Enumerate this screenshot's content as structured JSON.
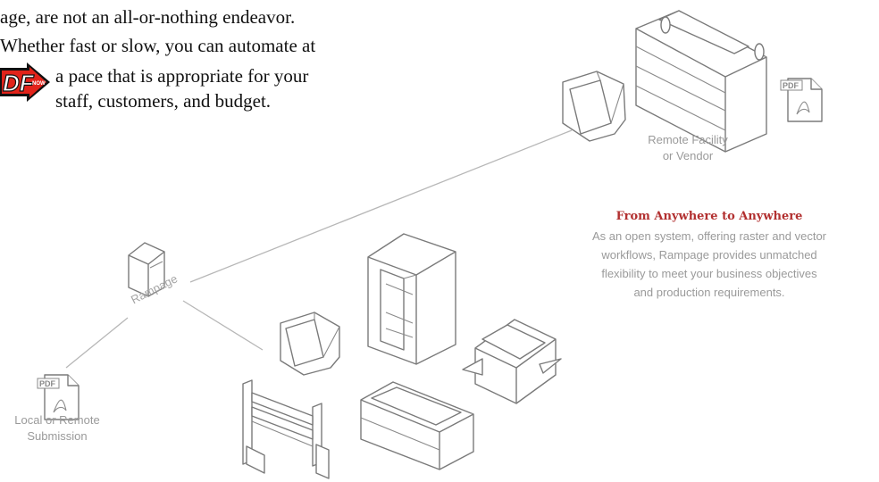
{
  "intro": {
    "line1": "age, are not an all-or-nothing endeavor.",
    "line2": "Whether fast or slow, you can automate at",
    "line3": "a pace that is appropriate for your",
    "line4": "staff, customers, and budget.",
    "logo_text": "DF",
    "logo_small": "NOW"
  },
  "remote_facility": {
    "line1": "Remote Facility",
    "line2": "or Vendor"
  },
  "callout": {
    "heading": "From Anywhere to Anywhere",
    "line1": "As an open system, offering raster and vector",
    "line2": "workflows, Rampage provides unmatched",
    "line3": "flexibility to meet your business objectives",
    "line4": "and production requirements."
  },
  "rampage": {
    "label": "Rampage"
  },
  "local_submission": {
    "line1": "Local or Remote",
    "line2": "Submission"
  },
  "pdf_icon_label": "PDF",
  "colors": {
    "heading": "#b23030",
    "label": "#9a9a9a",
    "line_art": "#7a7a7a",
    "logo": "#e2231a"
  }
}
